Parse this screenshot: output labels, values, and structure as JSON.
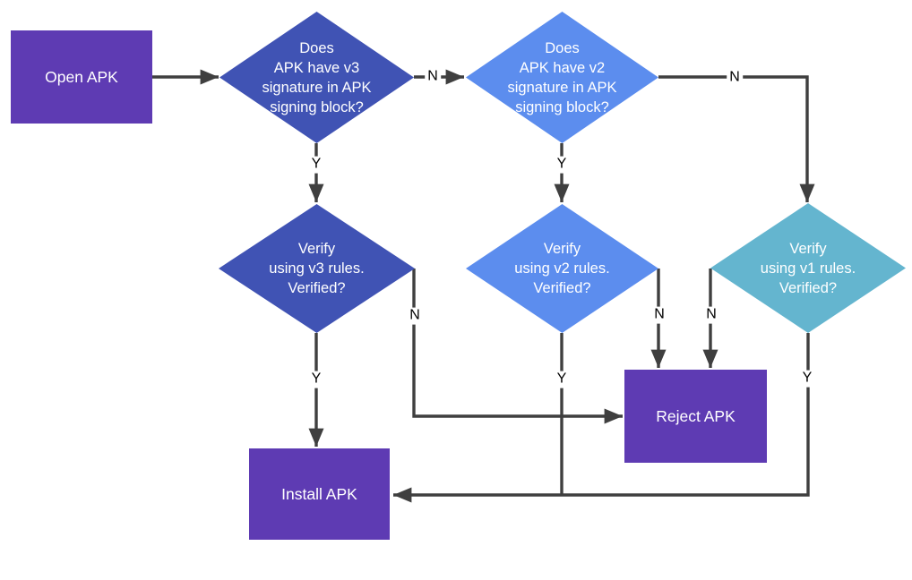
{
  "nodes": {
    "open_apk": {
      "label": "Open APK",
      "type": "process"
    },
    "check_v3": {
      "label": "Does\nAPK have v3\nsignature in APK\nsigning block?",
      "type": "decision"
    },
    "check_v2": {
      "label": "Does\nAPK have v2\nsignature in APK\nsigning block?",
      "type": "decision"
    },
    "verify_v3": {
      "label": "Verify\nusing v3 rules.\nVerified?",
      "type": "decision"
    },
    "verify_v2": {
      "label": "Verify\nusing v2 rules.\nVerified?",
      "type": "decision"
    },
    "verify_v1": {
      "label": "Verify\nusing v1 rules.\nVerified?",
      "type": "decision"
    },
    "reject_apk": {
      "label": "Reject APK",
      "type": "process"
    },
    "install_apk": {
      "label": "Install APK",
      "type": "process"
    }
  },
  "edge_labels": {
    "check_v3_no": "N",
    "check_v3_yes": "Y",
    "check_v2_no": "N",
    "check_v2_yes": "Y",
    "verify_v3_yes": "Y",
    "verify_v3_no": "N",
    "verify_v2_yes": "Y",
    "verify_v2_no": "N",
    "verify_v1_no": "N",
    "verify_v1_yes": "Y"
  },
  "colors": {
    "process_fill": "#5e3bb3",
    "decision_v3_fill": "#4053b4",
    "decision_v2_fill": "#5c8dee",
    "decision_v1_fill": "#64b5cf",
    "connector": "#3f3f3f",
    "node_text": "#ffffff",
    "edge_label_text": "#000000"
  }
}
